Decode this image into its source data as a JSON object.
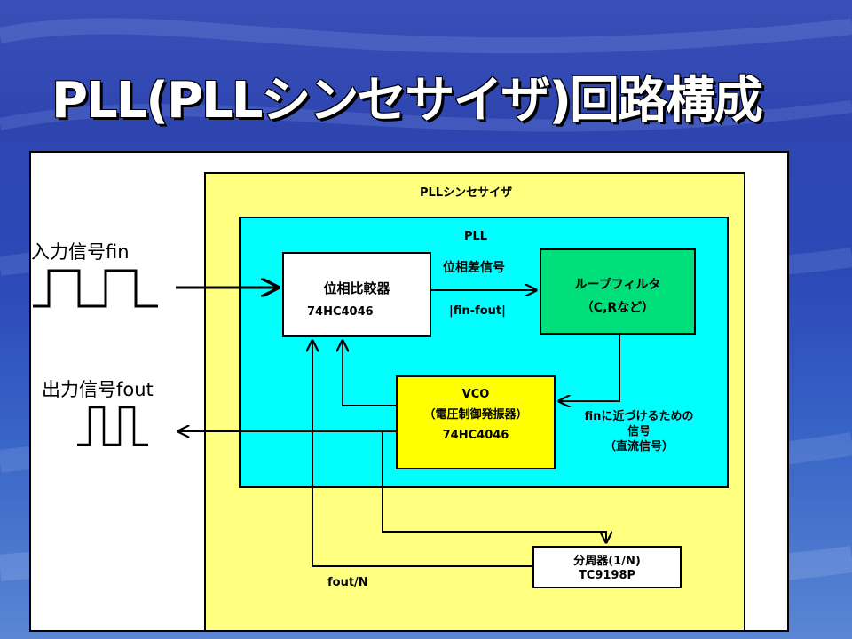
{
  "slide": {
    "title": "PLL(PLLシンセサイザ)回路構成"
  },
  "diagram": {
    "synth_label": "PLLシンセサイザ",
    "pll_label": "PLL",
    "input_signal": "入力信号fin",
    "output_signal": "出力信号fout",
    "phase_comparator": {
      "name": "位相比較器",
      "part": "74HC4046"
    },
    "phase_diff": {
      "name": "位相差信号",
      "formula": "|fin-fout|"
    },
    "loop_filter": {
      "name": "ループフィルタ",
      "sub": "（C,Rなど）"
    },
    "vco": {
      "name": "VCO",
      "sub": "（電圧制御発振器）",
      "part": "74HC4046"
    },
    "dc_signal": {
      "line1": "finに近づけるための",
      "line2": "信号",
      "line3": "（直流信号）"
    },
    "divider": {
      "name": "分周器(1/N)",
      "part": "TC9198P"
    },
    "feedback_label": "fout/N"
  },
  "colors": {
    "synth_bg": "#ffff80",
    "pll_bg": "#00ffff",
    "filter_bg": "#00e07a",
    "vco_bg": "#ffff00",
    "comparator_bg": "#ffffff"
  }
}
